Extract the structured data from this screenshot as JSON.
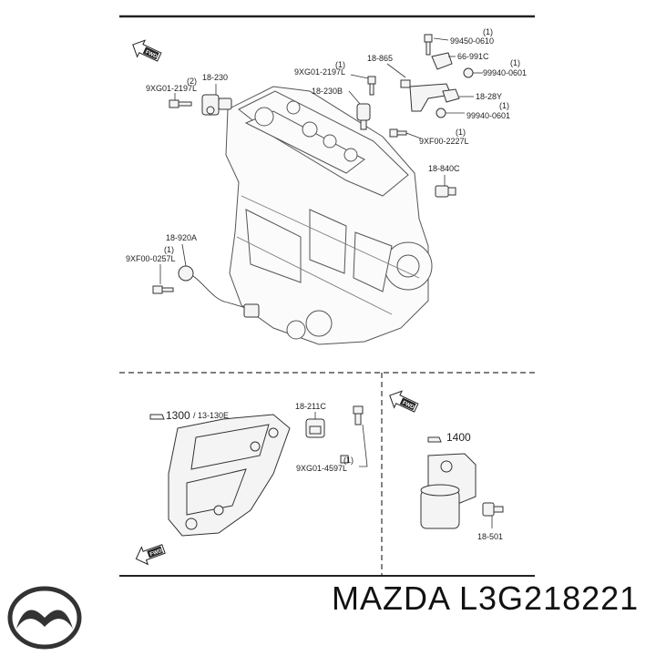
{
  "labels": {
    "p1_18_230": "18-230",
    "p1_2": "(2)",
    "p1_9xg01_2197l_a": "9XG01-2197L",
    "p1_1a": "(1)",
    "p1_9xg01_2197l_b": "9XG01-2197L",
    "p1_18_230b": "18-230B",
    "p1_18_865": "18-865",
    "p1_1b": "(1)",
    "p1_99450_0610": "99450-0610",
    "p1_66_991c": "66-991C",
    "p1_1c": "(1)",
    "p1_99940_0601a": "99940-0601",
    "p1_18_28y": "18-28Y",
    "p1_1d": "(1)",
    "p1_99940_0601b": "99940-0601",
    "p1_1e": "(1)",
    "p1_9xf00_2227l": "9XF00-2227L",
    "p1_18_840c": "18-840C",
    "p1_18_920a": "18-920A",
    "p1_1f": "(1)",
    "p1_9xf00_0257l": "9XF00-0257L",
    "p2_1300": "1300",
    "p2_13_130e": "/ 13-130E",
    "p2_18_211c": "18-211C",
    "p2_1g": "(1)",
    "p2_9xg01_4597l": "9XG01-4597L",
    "p3_1400": "1400",
    "p3_18_501": "18-501",
    "fwd": "FWD"
  },
  "brand": {
    "name": "MAZDA L3G218221",
    "logo_icon": "mazda-logo-icon"
  }
}
